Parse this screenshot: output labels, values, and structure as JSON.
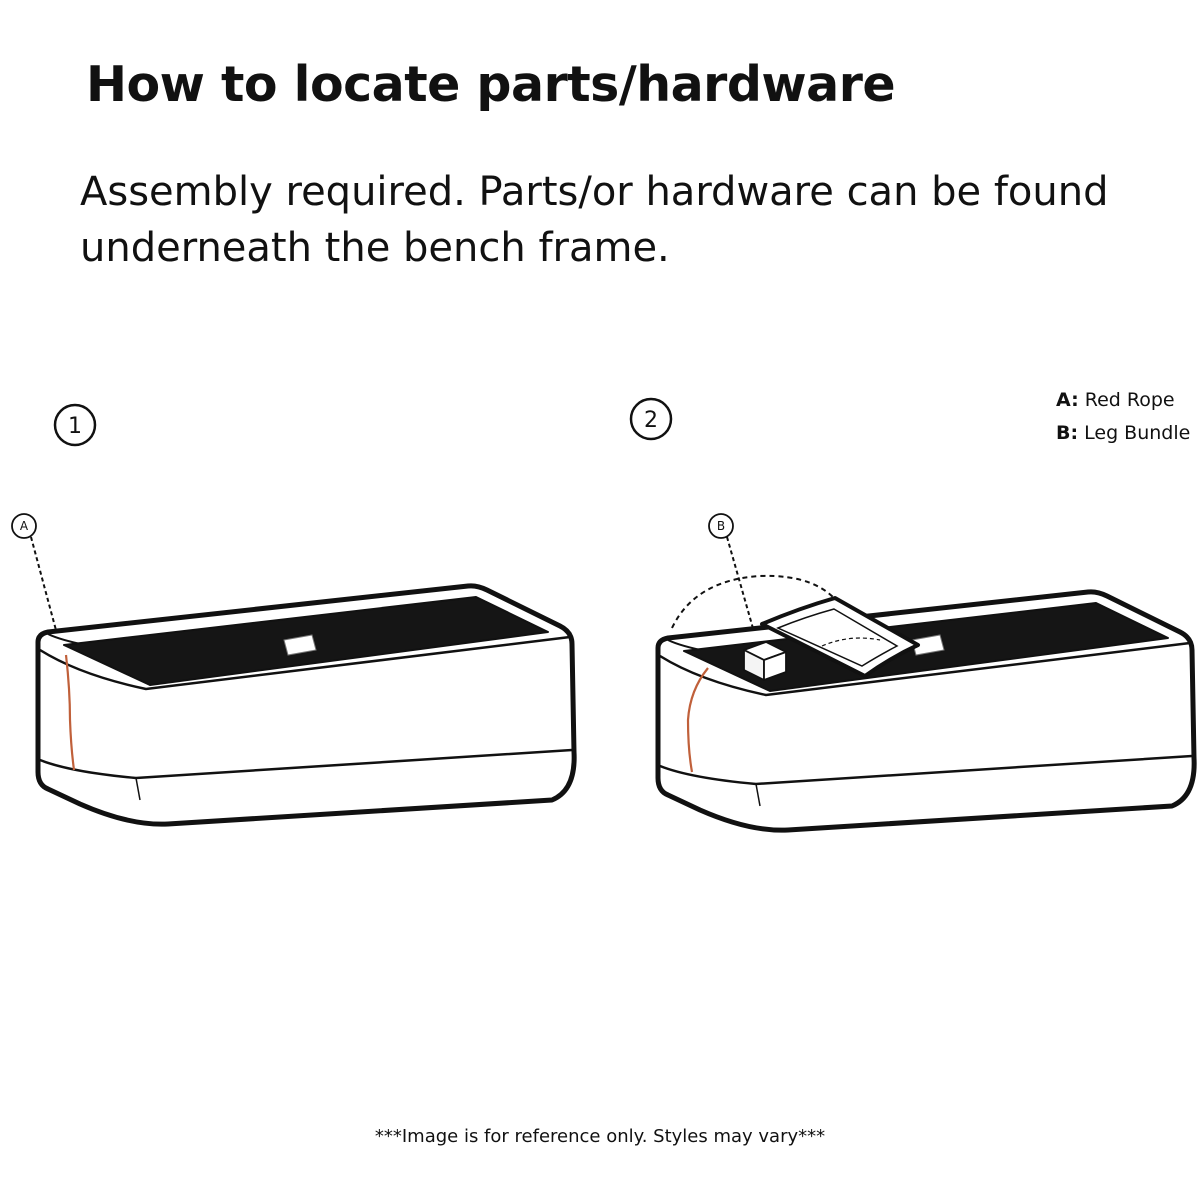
{
  "title": "How to locate parts/hardware",
  "intro": "Assembly required. Parts/or hardware can be found underneath the bench frame.",
  "steps": [
    {
      "number": "1",
      "callout": "A"
    },
    {
      "number": "2",
      "callout": "B"
    }
  ],
  "legend": [
    {
      "letter": "A",
      "label": "Red Rope"
    },
    {
      "letter": "B",
      "label": "Leg Bundle"
    }
  ],
  "footer": "***Image is for reference only. Styles may vary***",
  "colors": {
    "outline": "#111111",
    "rope": "#c0603a",
    "top_panel": "#151515"
  }
}
